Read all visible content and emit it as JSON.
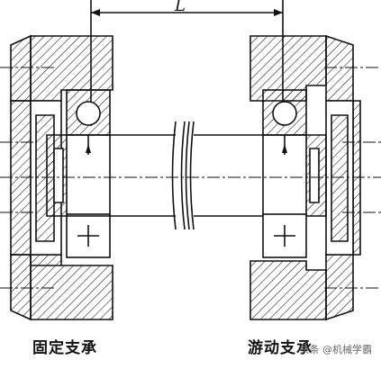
{
  "diagram": {
    "dimension_label": "L",
    "caption_left": "固定支承",
    "caption_right": "游动支承",
    "watermark": "头条 @机械学霸"
  },
  "colors": {
    "line": "#111111",
    "background": "#ffffff"
  }
}
